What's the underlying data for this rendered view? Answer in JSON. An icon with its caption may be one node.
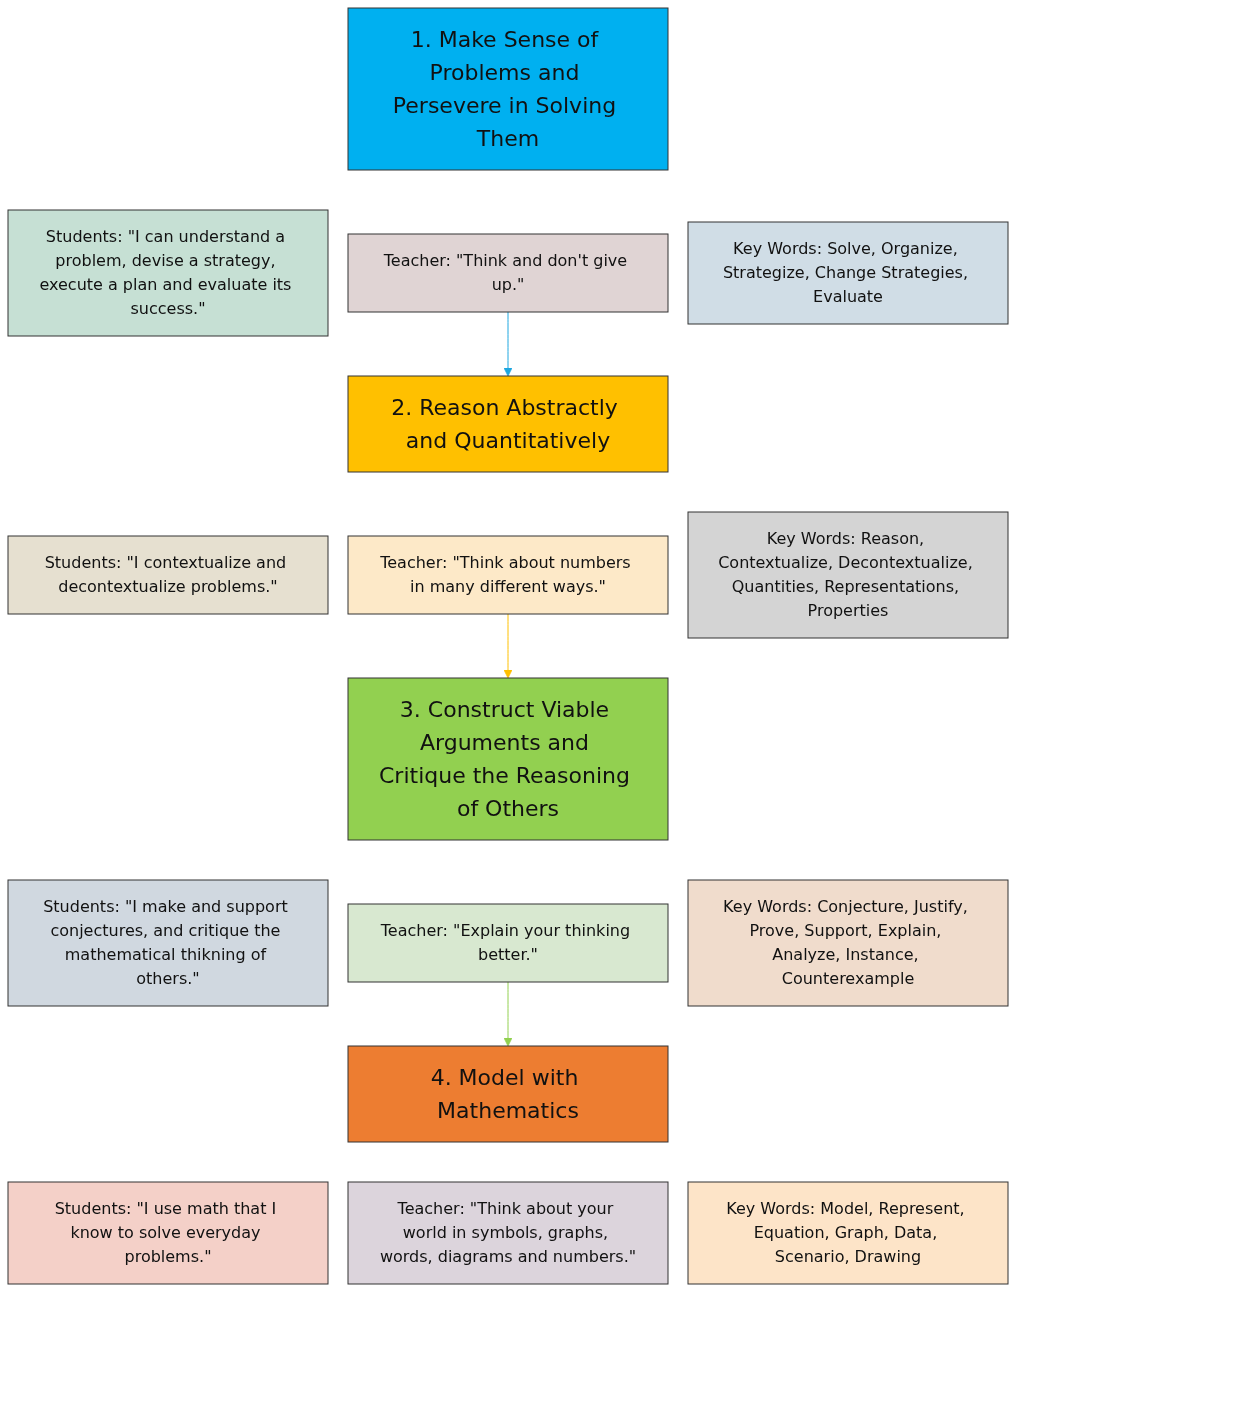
{
  "diagram": {
    "nodes": [
      {
        "text": [
          "1. Make Sense of Problems and Persevere in Solving Them"
        ]
      },
      {
        "text": [
          "Students: \"I can understand a problem, devise a strategy, execute a plan and evaluate its success.\""
        ]
      },
      {
        "text": [
          "Teacher: \"Think and don't give up.\""
        ]
      },
      {
        "text": [
          "Key Words: Solve, Organize, Strategize, Change Strategies, Evaluate"
        ]
      },
      {
        "text": [
          "2. Reason Abstractly and Quantitatively"
        ]
      },
      {
        "text": [
          "Students: \"I contextualize and decontextualize problems.\""
        ]
      },
      {
        "text": [
          "Teacher: \"Think about numbers in many different ways.\""
        ]
      },
      {
        "text": [
          "Key Words: Reason, Contextualize, Decontextualize, Quantities, Representations, Properties"
        ]
      },
      {
        "text": [
          "3. Construct Viable Arguments and Critique the Reasoning of Others"
        ]
      },
      {
        "text": [
          "Students: \"I make and support conjectures, and critique the mathematical thikning of others.\""
        ]
      },
      {
        "text": [
          "Teacher: \"Explain your thinking better.\""
        ]
      },
      {
        "text": [
          "Key Words: Conjecture, Justify, Prove, Support, Explain, Analyze, Instance, Counterexample"
        ]
      },
      {
        "text": [
          "4. Model with Mathematics"
        ]
      },
      {
        "text": [
          "Students: \"I use math that I know to solve everyday problems.\""
        ]
      },
      {
        "text": [
          "Teacher: \"Think about your world in symbols, graphs, words, diagrams and numbers.\""
        ]
      },
      {
        "text": [
          "Key Words: Model, Represent, Equation, Graph, Data, Scenario, Drawing"
        ]
      }
    ],
    "edges": [
      {
        "from": 2,
        "to": 4,
        "arrow": "to",
        "color": "#1ea7e0"
      },
      {
        "from": 6,
        "to": 8,
        "arrow": "to",
        "color": "#ffc000"
      },
      {
        "from": 10,
        "to": 12,
        "arrow": "to",
        "color": "#92d050"
      }
    ]
  }
}
